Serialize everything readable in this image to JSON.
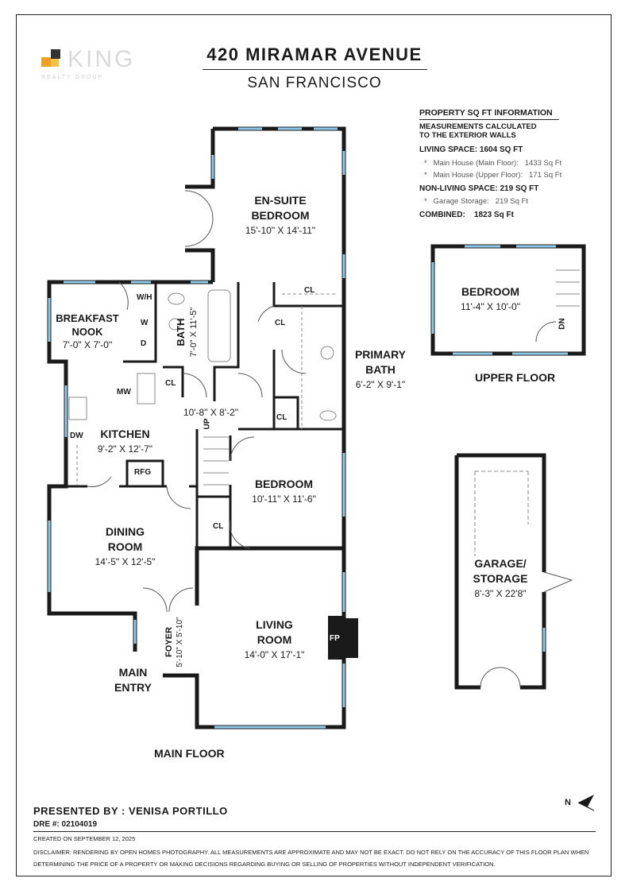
{
  "header": {
    "address": "420 MIRAMAR AVENUE",
    "city": "SAN FRANCISCO",
    "logo": {
      "brand": "KING",
      "tagline": "REALTY GROUP",
      "accent": "#f0a020",
      "dark": "#333333"
    }
  },
  "sqft": {
    "heading": "PROPERTY SQ FT INFORMATION",
    "note_line1": "MEASUREMENTS CALCULATED",
    "note_line2": "TO THE EXTERIOR WALLS",
    "living": "LIVING SPACE: 1604 SQ FT",
    "living_items": [
      {
        "label": "Main House (Main Floor):",
        "value": "1433 Sq Ft"
      },
      {
        "label": "Main House (Upper Floor):",
        "value": "171 Sq Ft"
      }
    ],
    "non_living": "NON-LIVING SPACE: 219 SQ FT",
    "non_living_items": [
      {
        "label": "Garage Storage:",
        "value": "219 Sq Ft"
      }
    ],
    "combined_label": "COMBINED:",
    "combined_value": "1823  Sq Ft",
    "bullet": "*"
  },
  "rooms": {
    "ensuite": {
      "name1": "EN-SUITE",
      "name2": "BEDROOM",
      "dim": "15'-10\" X 14'-11\""
    },
    "breakfast": {
      "name1": "BREAKFAST",
      "name2": "NOOK",
      "dim": "7'-0\" X 7'-0\""
    },
    "bath": {
      "name": "BATH",
      "dim": "7'-0\" X 11'-5\""
    },
    "primary_bath": {
      "name1": "PRIMARY",
      "name2": "BATH",
      "dim": "6'-2\" X 9'-1\""
    },
    "kitchen": {
      "name": "KITCHEN",
      "dim": "9'-2\" X 12'-7\""
    },
    "hall": {
      "dim": "10'-8\" X 8'-2\""
    },
    "bedroom_main": {
      "name": "BEDROOM",
      "dim": "10'-11\" X 11'-6\""
    },
    "dining": {
      "name1": "DINING",
      "name2": "ROOM",
      "dim": "14'-5\" X 12'-5\""
    },
    "foyer": {
      "name": "FOYER",
      "dim": "5'-10\" X 5'-10\""
    },
    "living": {
      "name1": "LIVING",
      "name2": "ROOM",
      "dim": "14'-0\" X 17'-1\""
    },
    "main_entry": {
      "name1": "MAIN",
      "name2": "ENTRY"
    },
    "bedroom_upper": {
      "name": "BEDROOM",
      "dim": "11'-4\" X 10'-0\""
    },
    "garage": {
      "name1": "GARAGE/",
      "name2": "STORAGE",
      "dim": "8'-3\" X 22'8\""
    }
  },
  "fixtures": {
    "wh": "W/H",
    "w": "W",
    "d": "D",
    "mw": "MW",
    "dw": "DW",
    "rfg": "RFG",
    "fp": "FP",
    "cl": "CL",
    "up": "UP",
    "dn": "DN"
  },
  "floors": {
    "main": "MAIN FLOOR",
    "upper": "UPPER FLOOR"
  },
  "compass": {
    "letter": "N"
  },
  "footer": {
    "presented": "PRESENTED BY : VENISA PORTILLO",
    "dre": "DRE #: 02104019",
    "created": "CREATED ON SEPTEMBER 12, 2025",
    "disclaimer": "DISCLAIMER: RENDERING BY OPEN HOMES PHOTOGRAPHY. ALL MEASUREMENTS ARE APPROXIMATE AND MAY NOT BE EXACT. DO NOT RELY ON THE ACCURACY OF THIS FLOOR PLAN WHEN DETERMINING THE PRICE OF A PROPERTY OR MAKING DECISIONS REGARDING BUYING OR SELLING OF PROPERTIES WITHOUT INDEPENDENT VERIFICATION."
  },
  "colors": {
    "wall": "#1a1a1a",
    "window": "#8ec9e8",
    "door": "#555555"
  }
}
